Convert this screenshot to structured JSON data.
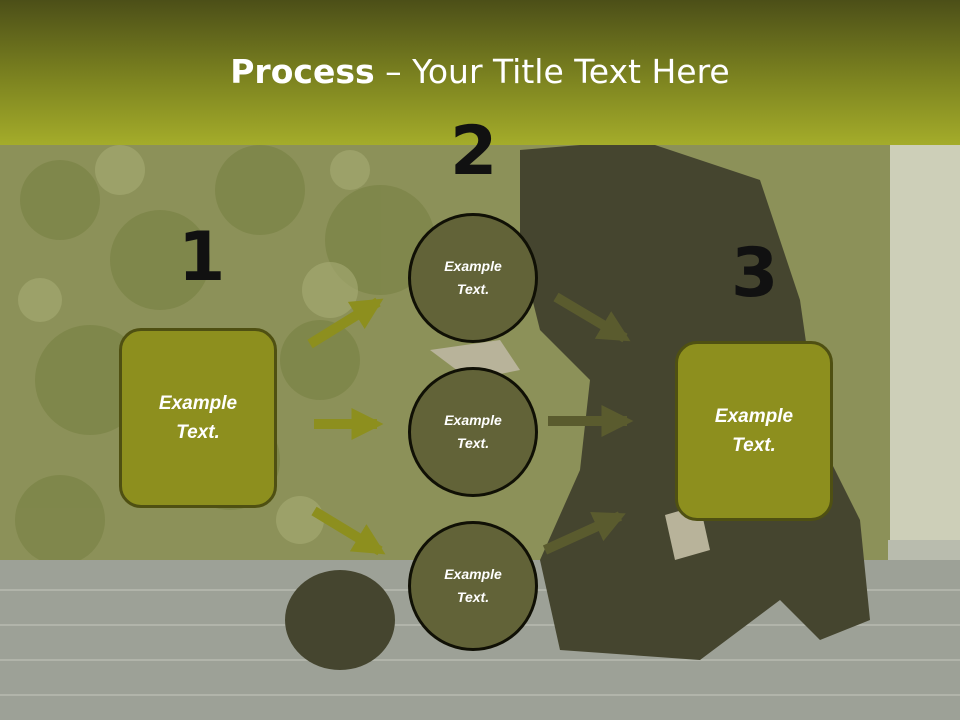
{
  "slide": {
    "title_bold": "Process",
    "title_rest": " – Your Title Text Here"
  },
  "diagram": {
    "steps": [
      {
        "number": "1",
        "text": "Example Text."
      },
      {
        "number": "2",
        "items": [
          "Example Text.",
          "Example Text.",
          "Example Text."
        ]
      },
      {
        "number": "3",
        "text": "Example Text."
      }
    ]
  },
  "colors": {
    "header": "#a4ac2a",
    "box_fill": "#8d8f1e",
    "circle_fill": "#626338",
    "arrow_light": "#8d8f1e",
    "arrow_dark": "#5a5b2e"
  }
}
